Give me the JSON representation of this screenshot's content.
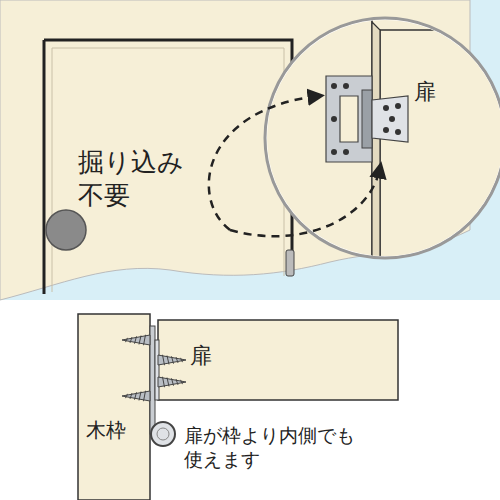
{
  "diagram": {
    "labels": [
      "掘り込み 不要",
      "扉",
      "扉",
      "木枠",
      "扉が枠より内側でも 使えます"
    ]
  }
}
